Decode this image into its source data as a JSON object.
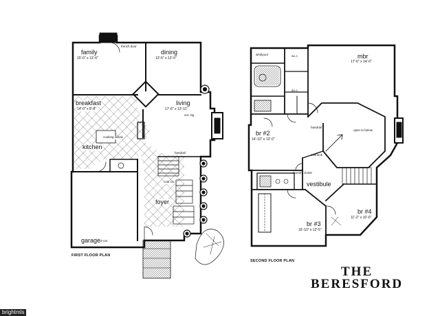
{
  "title_line1": "THE",
  "title_line2": "BERESFORD",
  "first_floor": {
    "caption": "FIRST FLOOR PLAN",
    "rooms": {
      "family": {
        "name": "family",
        "dims": "15'-0\" x 13'-6\""
      },
      "dining": {
        "name": "dining",
        "dims": "13'-5\" x 13'-0\""
      },
      "breakfast": {
        "name": "breakfast",
        "dims": "14'-0\" x 8'-8\""
      },
      "living": {
        "name": "living",
        "dims": "17'-6\" x 13'-11\"",
        "note": "vol. clg."
      },
      "kitchen": {
        "name": "kitchen"
      },
      "foyer": {
        "name": "foyer"
      },
      "garage": {
        "name": "garage",
        "note": "2-car"
      }
    },
    "labels": {
      "french_door": "french door",
      "cooking_island": "cooking island",
      "handrail": "handrail",
      "coat_clo": "coat clo."
    }
  },
  "second_floor": {
    "caption": "SECOND FLOOR PLAN",
    "rooms": {
      "mbr": {
        "name": "mbr",
        "dims": "17'-6\" x 14'-0\""
      },
      "br2": {
        "name": "br #2",
        "dims": "14'-10\" x 13'-0\""
      },
      "br3": {
        "name": "br #3",
        "dims": "16'-10\" x 12'-5\""
      },
      "br4": {
        "name": "br #4",
        "dims": "11'-2\" x 10'-6\""
      },
      "vestibule": {
        "name": "vestibule"
      }
    },
    "labels": {
      "whirlpool": "whirlpool",
      "wic1": "w.i.c.",
      "wic2": "w.i.c.",
      "handrail": "handrail",
      "overlook": "overlook",
      "open_to_below": "open to below",
      "laundry": "laundry closet"
    }
  },
  "watermark": "brightmls"
}
